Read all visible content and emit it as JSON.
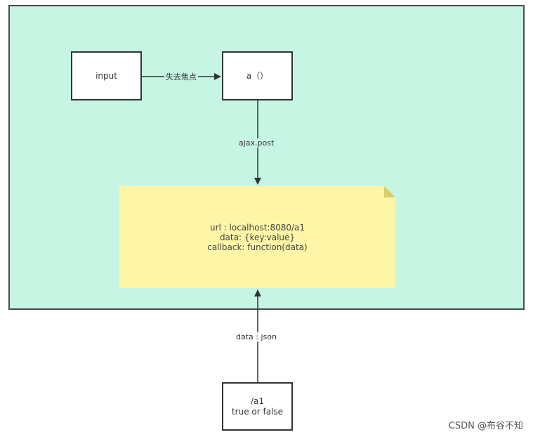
{
  "diagram": {
    "nodes": {
      "input": {
        "label": "input"
      },
      "func_a": {
        "label": "a（）"
      },
      "request_note": {
        "lines": [
          "url : localhost:8080/a1",
          "data: {key:value}",
          "callback: function(data)"
        ]
      },
      "endpoint": {
        "lines": [
          "/a1",
          "true or false"
        ]
      }
    },
    "edges": {
      "input_to_a": {
        "label": "失去焦点"
      },
      "a_to_note": {
        "label": "ajax.post"
      },
      "endpoint_to_note": {
        "label": "data : json"
      }
    },
    "colors": {
      "container_fill": "#c6f5e3",
      "note_fill": "#fff5a6",
      "box_fill": "#ffffff",
      "stroke": "#333333"
    }
  },
  "watermark": "CSDN @布谷不知"
}
